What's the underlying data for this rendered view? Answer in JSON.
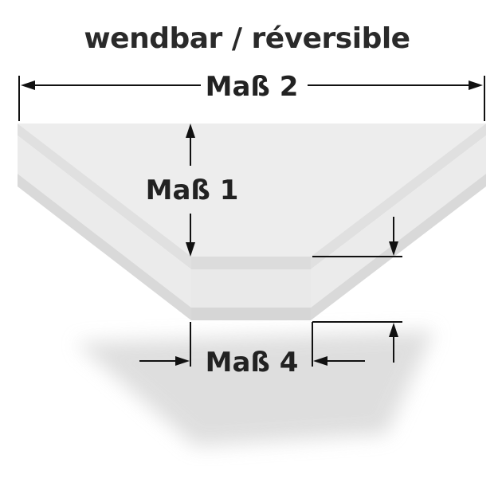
{
  "title": "wendbar / réversible",
  "dimensions": {
    "mass1": "Maß 1",
    "mass2": "Maß 2",
    "mass4": "Maß 4"
  },
  "colors": {
    "background": "#ffffff",
    "shape_top": "#ececec",
    "shape_band_light": "#e6e6e6",
    "shape_band_dark": "#d6d6d6",
    "shadow": "#dcdcdc",
    "lines": "#111111",
    "text": "#222222"
  }
}
